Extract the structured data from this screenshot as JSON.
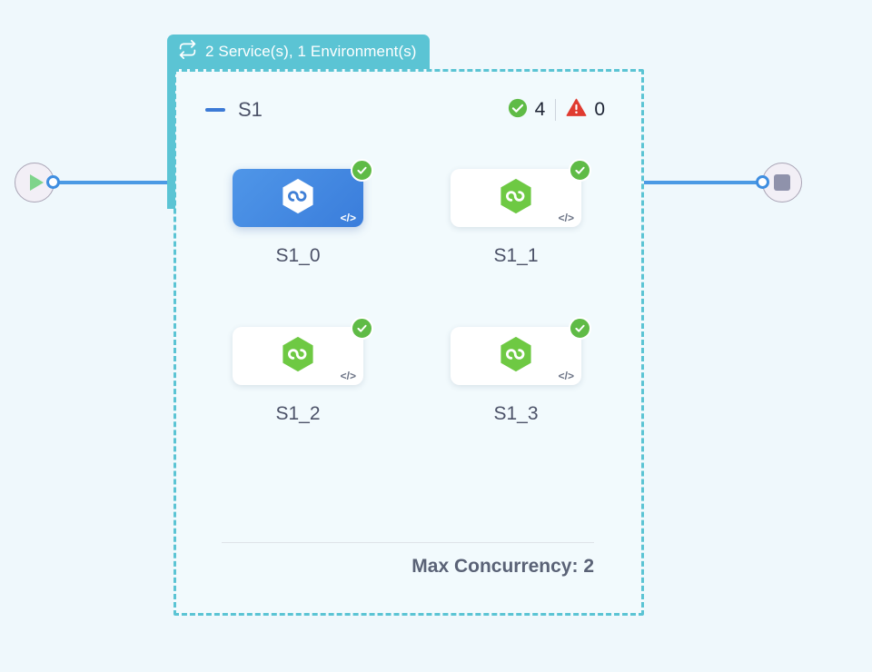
{
  "canvas": {
    "background_color": "#eff8fc"
  },
  "start_node": {
    "icon": "play-icon",
    "handle": "source-handle"
  },
  "end_node": {
    "icon": "stop-icon",
    "handle": "target-handle"
  },
  "group": {
    "tab": {
      "icon": "loop-repeat-icon",
      "label": "2 Service(s), 1 Environment(s)",
      "background_color": "#5bc4d4"
    },
    "header": {
      "collapse_icon": "minus-icon",
      "name": "S1",
      "status": {
        "success_icon": "check-circle-icon",
        "success_count": "4",
        "warning_icon": "warning-triangle-icon",
        "warning_count": "0",
        "success_color": "#5fbb46",
        "warning_color": "#e03b30"
      }
    },
    "nodes": [
      {
        "label": "S1_0",
        "selected": true,
        "logo_icon": "hexagon-infinity-icon",
        "status_icon": "check-circle-icon",
        "code_icon": "</>"
      },
      {
        "label": "S1_1",
        "selected": false,
        "logo_icon": "hexagon-infinity-icon",
        "status_icon": "check-circle-icon",
        "code_icon": "</>"
      },
      {
        "label": "S1_2",
        "selected": false,
        "logo_icon": "hexagon-infinity-icon",
        "status_icon": "check-circle-icon",
        "code_icon": "</>"
      },
      {
        "label": "S1_3",
        "selected": false,
        "logo_icon": "hexagon-infinity-icon",
        "status_icon": "check-circle-icon",
        "code_icon": "</>"
      }
    ],
    "footer": {
      "max_concurrency_label": "Max Concurrency: 2"
    },
    "border_color": "#5bc4d4"
  }
}
